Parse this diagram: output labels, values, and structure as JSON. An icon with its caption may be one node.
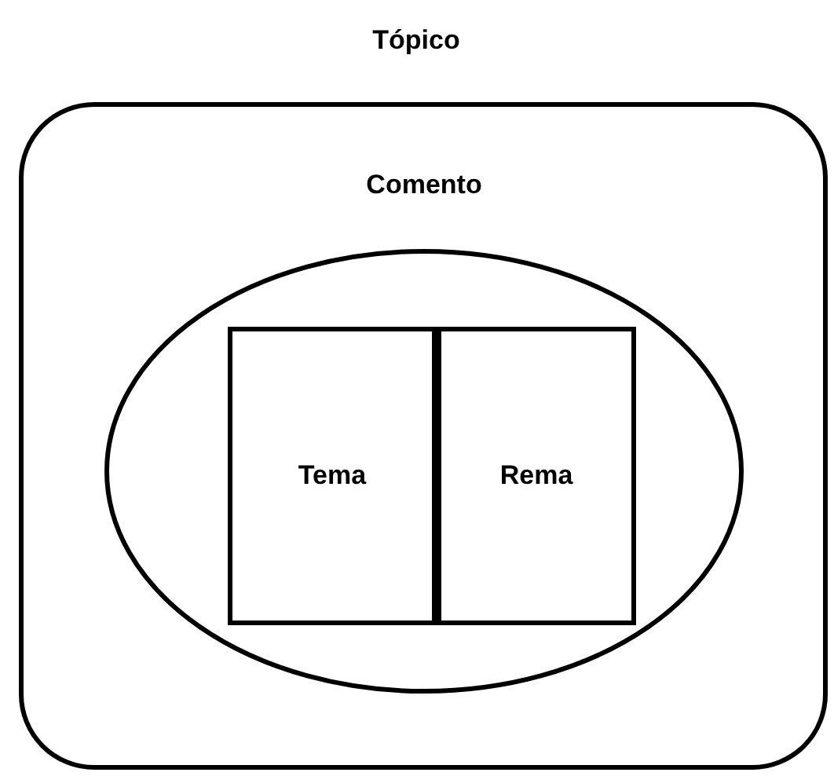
{
  "diagram": {
    "nodes": [
      {
        "text": [
          "Tópico"
        ]
      },
      {
        "text": [
          "Comento"
        ],
        "in": 0
      },
      {
        "text": [
          "Tema"
        ],
        "in": 1
      },
      {
        "text": [
          "Rema"
        ],
        "in": 1
      }
    ]
  }
}
